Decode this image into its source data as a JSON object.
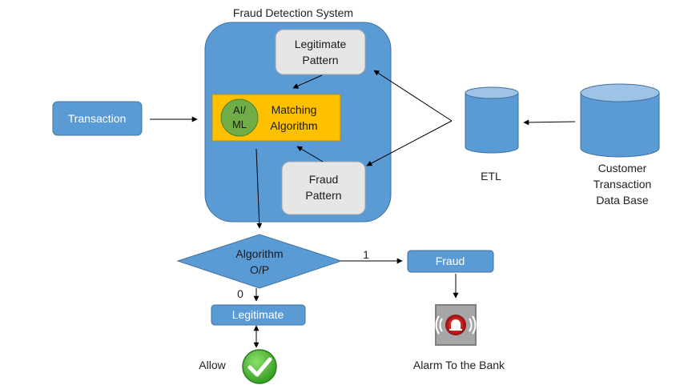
{
  "system": {
    "title": "Fraud Detection System"
  },
  "nodes": {
    "transaction": "Transaction",
    "legit_pattern": [
      "Legitimate",
      "Pattern"
    ],
    "fraud_pattern": [
      "Fraud",
      "Pattern"
    ],
    "ai_ml": [
      "AI/",
      "ML"
    ],
    "matching": [
      "Matching",
      "Algorithm"
    ],
    "etl": "ETL",
    "database": [
      "Customer",
      "Transaction",
      "Data Base"
    ],
    "decision": [
      "Algorithm",
      "O/P"
    ],
    "fraud_box": "Fraud",
    "legit_box": "Legitimate"
  },
  "edges": {
    "one": "1",
    "zero": "0"
  },
  "outcomes": {
    "allow": "Allow",
    "alarm": "Alarm To the Bank"
  },
  "colors": {
    "blue": "#5b9bd5",
    "blue_dark": "#41719c",
    "panel": "#e7e6e6",
    "orange": "#ffc000",
    "green": "#70ad47"
  }
}
